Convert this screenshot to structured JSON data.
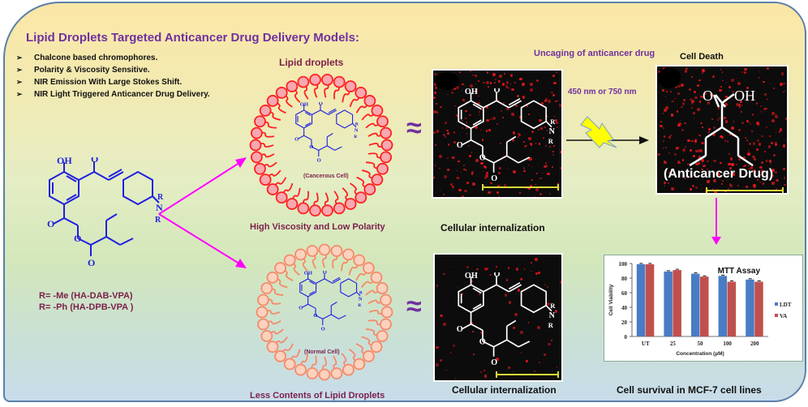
{
  "title": "Lipid Droplets Targeted Anticancer Drug Delivery Models:",
  "bullets": [
    "Chalcone based chromophores.",
    "Polarity & Viscosity Sensitive.",
    "NIR Emission With Large Stokes Shift.",
    "NIR Light Triggered Anticancer Drug Delivery."
  ],
  "bullet_marker": "➢",
  "molecule": {
    "atoms": {
      "oh": "OH",
      "o": "O",
      "n": "N",
      "r": "R"
    },
    "variants": [
      "R= -Me (HA-DAB-VPA)",
      "R= -Ph (HA-DPB-VPA )"
    ]
  },
  "lipid_top": {
    "heading": "Lipid droplets",
    "inner_label": "(Cancerous Cell)",
    "caption": "High Viscosity and Low Polarity",
    "colors": {
      "ring": "#ff2020",
      "head_fill": "#f7a8b0"
    }
  },
  "lipid_bottom": {
    "inner_label": "(Normal Cell)",
    "caption": "Less Contents of Lipid Droplets",
    "colors": {
      "ring": "#f58a6a",
      "head_fill": "#fbd2be"
    }
  },
  "approx_symbol": "≈",
  "internalization_caption": "Cellular internalization",
  "uncaging": {
    "heading": "Uncaging of anticancer drug",
    "wavelength": "450 nm or 750 nm"
  },
  "cell_death": {
    "heading": "Cell Death",
    "drug_label": "(Anticancer Drug)",
    "atoms": {
      "o": "O",
      "oh": "OH"
    }
  },
  "survival_caption": "Cell survival in MCF-7 cell lines",
  "colors": {
    "arrow_magenta": "#ff00ff",
    "molecule_blue": "#1f1fe0",
    "lightning": "#ffff00"
  },
  "chart_data": {
    "type": "bar",
    "title": "MTT Assay",
    "xlabel": "Concentration (µM)",
    "ylabel": "Cell Viability",
    "categories": [
      "UT",
      "25",
      "50",
      "100",
      "200"
    ],
    "series": [
      {
        "name": "LDT",
        "color": "#4a7cc4",
        "values": [
          99,
          89,
          86,
          83,
          78
        ]
      },
      {
        "name": "VA",
        "color": "#c0504d",
        "values": [
          99,
          91,
          82,
          75,
          75
        ]
      }
    ],
    "yticks": [
      0,
      20,
      40,
      60,
      80,
      100
    ],
    "ylim": [
      0,
      100
    ],
    "legend": "right",
    "error_bars": true
  }
}
